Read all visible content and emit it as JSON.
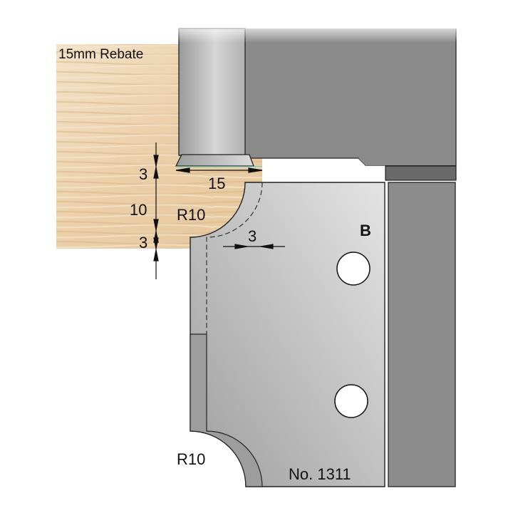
{
  "title": "15mm Rebate",
  "dimensions": {
    "top_depth": "3",
    "width": "15",
    "middle": "10",
    "bottom_depth": "3",
    "offset": "3"
  },
  "labels": {
    "upper_radius": "R10",
    "lower_radius": "R10",
    "cutter_side": "B",
    "part_number": "No. 1311"
  },
  "colors": {
    "wood": "#ecd2ad",
    "cutter": "#c4c4c4",
    "block": "#8a8a8a",
    "background": "#ffffff"
  }
}
